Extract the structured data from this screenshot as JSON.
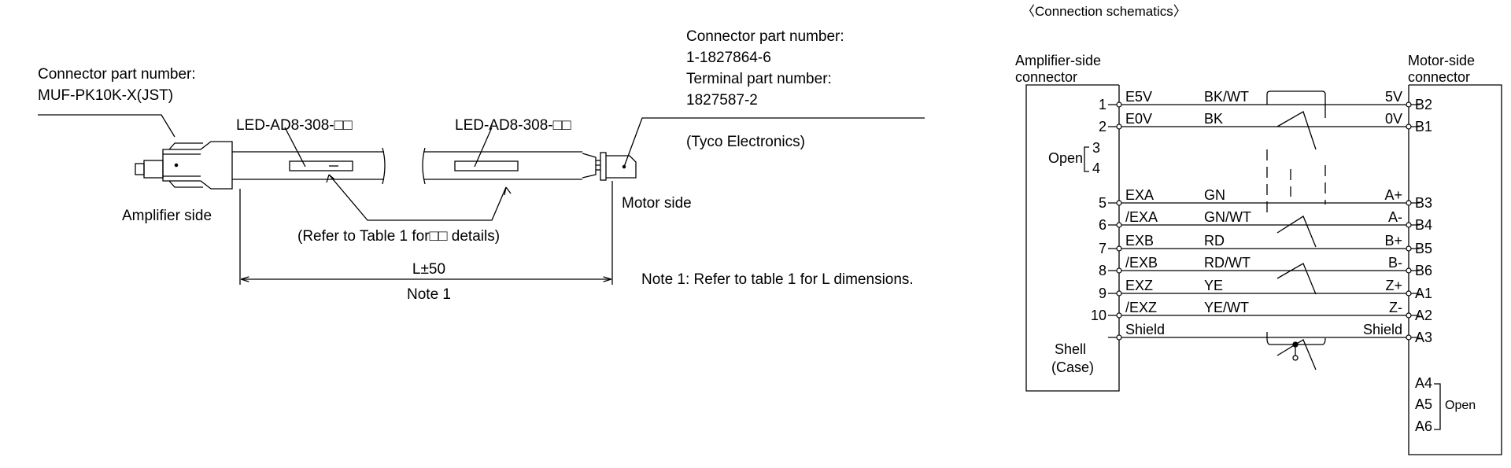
{
  "cable": {
    "amp_connector_label": "Connector part number:",
    "amp_connector_part": "MUF-PK10K-X(JST)",
    "cable_code_left": "LED-AD8-308-□□",
    "cable_code_right": "LED-AD8-308-□□",
    "motor_connector_label": "Connector part number:",
    "motor_connector_part": "1-1827864-6",
    "terminal_label": "Terminal part number:",
    "terminal_part": "1827587-2",
    "manufacturer": "(Tyco Electronics)",
    "amplifier_side": "Amplifier side",
    "motor_side": "Motor side",
    "refer_note": "(Refer to Table 1 for□□ details)",
    "length_label": "L±50",
    "length_note": "Note 1",
    "note1": "Note 1: Refer to table 1 for L dimensions."
  },
  "schematic": {
    "title": "〈Connection schematics〉",
    "amp_header_line1": "Amplifier-side",
    "amp_header_line2": "connector",
    "motor_header_line1": "Motor-side",
    "motor_header_line2": "connector",
    "open_left": "Open",
    "open_right": "Open",
    "shell_line1": "Shell",
    "shell_line2": "(Case)",
    "wires": [
      {
        "pin": "1",
        "signal": "E5V",
        "color": "BK/WT",
        "motor_signal": "5V",
        "motor_pin": "B2"
      },
      {
        "pin": "2",
        "signal": "E0V",
        "color": "BK",
        "motor_signal": "0V",
        "motor_pin": "B1"
      },
      {
        "pin": "5",
        "signal": "EXA",
        "color": "GN",
        "motor_signal": "A+",
        "motor_pin": "B3"
      },
      {
        "pin": "6",
        "signal": "/EXA",
        "color": "GN/WT",
        "motor_signal": "A-",
        "motor_pin": "B4"
      },
      {
        "pin": "7",
        "signal": "EXB",
        "color": "RD",
        "motor_signal": "B+",
        "motor_pin": "B5"
      },
      {
        "pin": "8",
        "signal": "/EXB",
        "color": "RD/WT",
        "motor_signal": "B-",
        "motor_pin": "B6"
      },
      {
        "pin": "9",
        "signal": "EXZ",
        "color": "YE",
        "motor_signal": "Z+",
        "motor_pin": "A1"
      },
      {
        "pin": "10",
        "signal": "/EXZ",
        "color": "YE/WT",
        "motor_signal": "Z-",
        "motor_pin": "A2"
      }
    ],
    "open_pins_left": [
      "3",
      "4"
    ],
    "open_pins_right": [
      "A4",
      "A5",
      "A6"
    ],
    "shield_left": "Shield",
    "shield_right": "Shield",
    "shield_motor_pin": "A3"
  }
}
